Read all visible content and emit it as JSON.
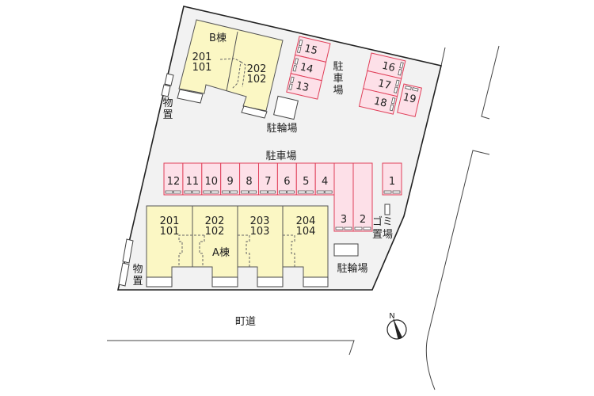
{
  "building_b": {
    "label": "B棟",
    "units": [
      {
        "upper": "201",
        "lower": "101"
      },
      {
        "upper": "202",
        "lower": "102"
      }
    ]
  },
  "building_a": {
    "label": "A棟",
    "units": [
      {
        "upper": "201",
        "lower": "101"
      },
      {
        "upper": "202",
        "lower": "102"
      },
      {
        "upper": "203",
        "lower": "103"
      },
      {
        "upper": "204",
        "lower": "104"
      }
    ]
  },
  "parking": {
    "label": "駐車場",
    "upper_left_slots": [
      "15",
      "14",
      "13"
    ],
    "upper_right_slots": [
      "16",
      "17",
      "18"
    ],
    "slot_19": "19",
    "row_slots": [
      "12",
      "11",
      "10",
      "9",
      "8",
      "7",
      "6",
      "5",
      "4"
    ],
    "long_slots": [
      "3",
      "2"
    ],
    "slot_1": "1"
  },
  "labels": {
    "bike_parking": "駐輪場",
    "storage": "物置",
    "garbage_top": "ゴミ",
    "garbage_bottom": "置場",
    "town_road": "町道",
    "north": "N"
  },
  "colors": {
    "parking_fill": "#fde0e8",
    "parking_stroke": "#e0405a",
    "building_fill": "#fbf7c4",
    "site_fill": "#f2f2f2"
  }
}
